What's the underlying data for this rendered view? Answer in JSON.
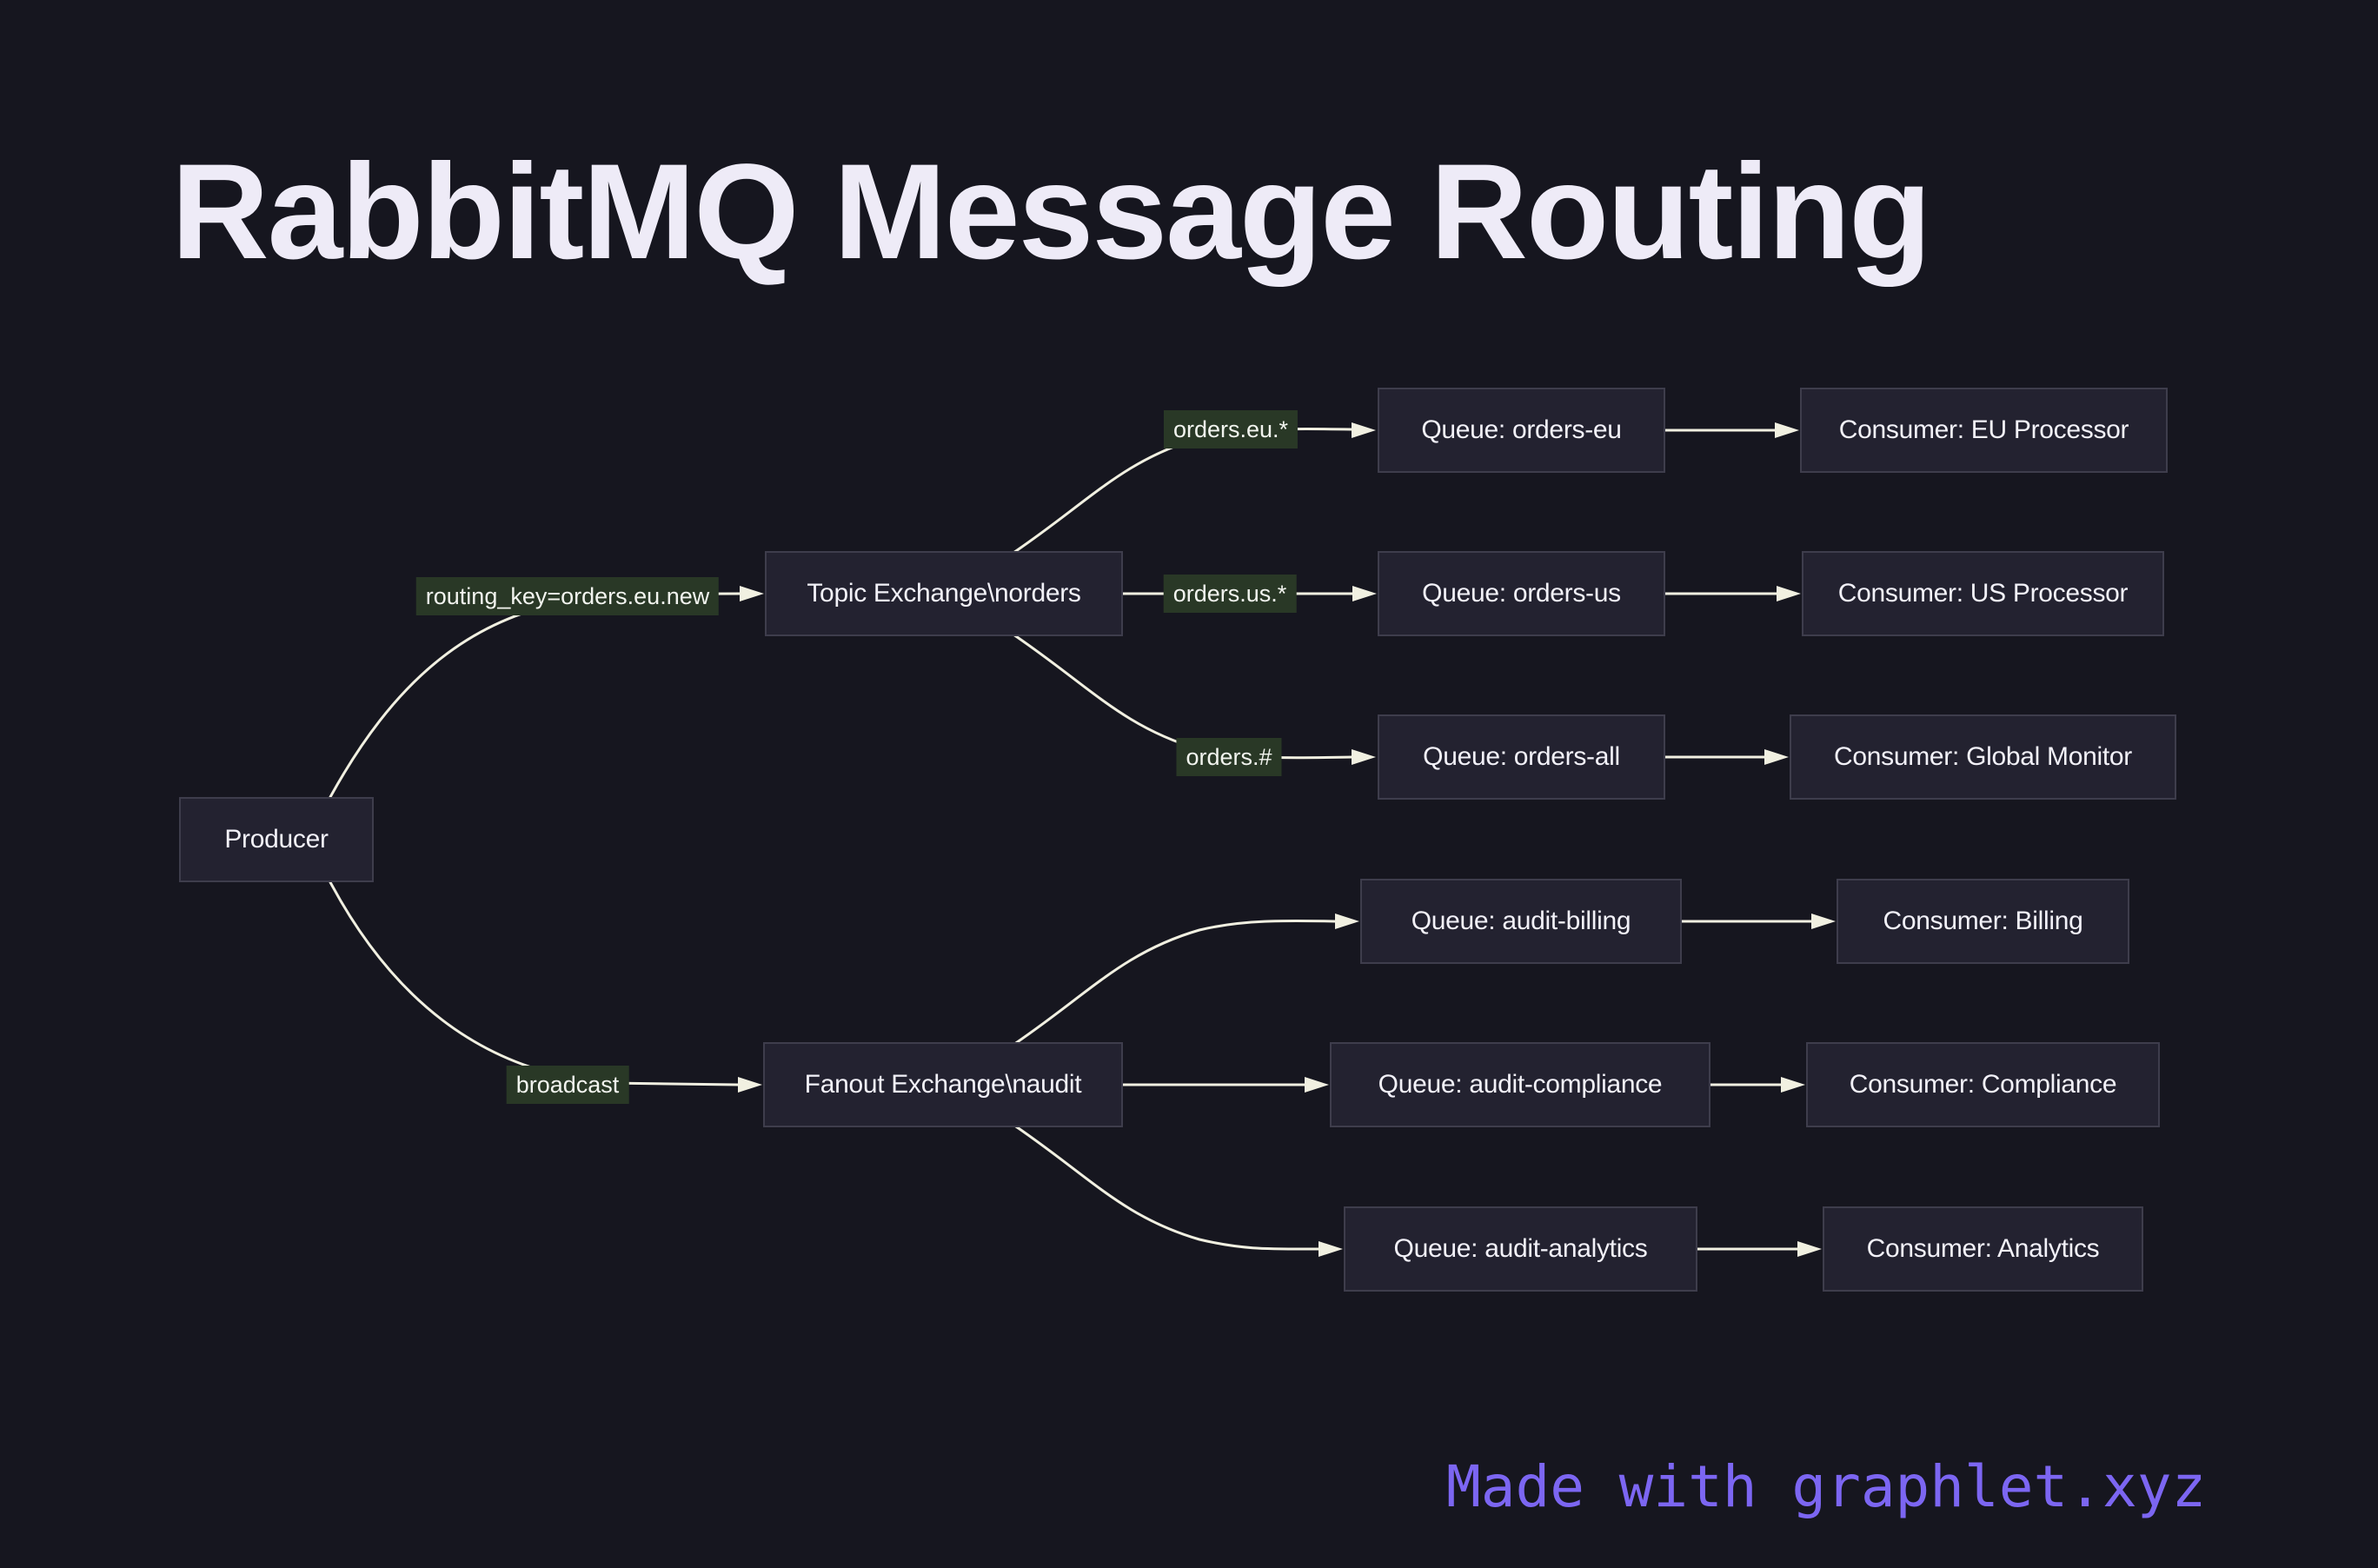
{
  "title": "RabbitMQ Message Routing",
  "footer": {
    "text": "Made with graphlet.xyz"
  },
  "colors": {
    "background": "#16161F",
    "node_fill": "#232230",
    "node_border": "#3E3D4C",
    "node_text": "#F2F1F8",
    "edge_line": "#F1F0E1",
    "edge_label_bg": "#293826",
    "edge_label_text": "#F2F4EF",
    "title_text": "#EEEBF7",
    "watermark_text": "#7C66F2"
  },
  "diagram": {
    "type": "flow-graph",
    "nodes": [
      {
        "id": "producer",
        "label": "Producer"
      },
      {
        "id": "topic-exchange",
        "label": "Topic Exchange\\norders"
      },
      {
        "id": "fanout-exchange",
        "label": "Fanout Exchange\\naudit"
      },
      {
        "id": "queue-orders-eu",
        "label": "Queue: orders-eu"
      },
      {
        "id": "queue-orders-us",
        "label": "Queue: orders-us"
      },
      {
        "id": "queue-orders-all",
        "label": "Queue: orders-all"
      },
      {
        "id": "queue-audit-billing",
        "label": "Queue: audit-billing"
      },
      {
        "id": "queue-audit-compliance",
        "label": "Queue: audit-compliance"
      },
      {
        "id": "queue-audit-analytics",
        "label": "Queue: audit-analytics"
      },
      {
        "id": "consumer-eu-processor",
        "label": "Consumer: EU Processor"
      },
      {
        "id": "consumer-us-processor",
        "label": "Consumer: US Processor"
      },
      {
        "id": "consumer-global-monitor",
        "label": "Consumer: Global Monitor"
      },
      {
        "id": "consumer-billing",
        "label": "Consumer: Billing"
      },
      {
        "id": "consumer-compliance",
        "label": "Consumer: Compliance"
      },
      {
        "id": "consumer-analytics",
        "label": "Consumer: Analytics"
      }
    ],
    "edge_labels": [
      {
        "id": "routing-key",
        "text": "routing_key=orders.eu.new"
      },
      {
        "id": "broadcast",
        "text": "broadcast"
      },
      {
        "id": "orders-eu-pattern",
        "text": "orders.eu.*"
      },
      {
        "id": "orders-us-pattern",
        "text": "orders.us.*"
      },
      {
        "id": "orders-all-pattern",
        "text": "orders.#"
      }
    ]
  }
}
